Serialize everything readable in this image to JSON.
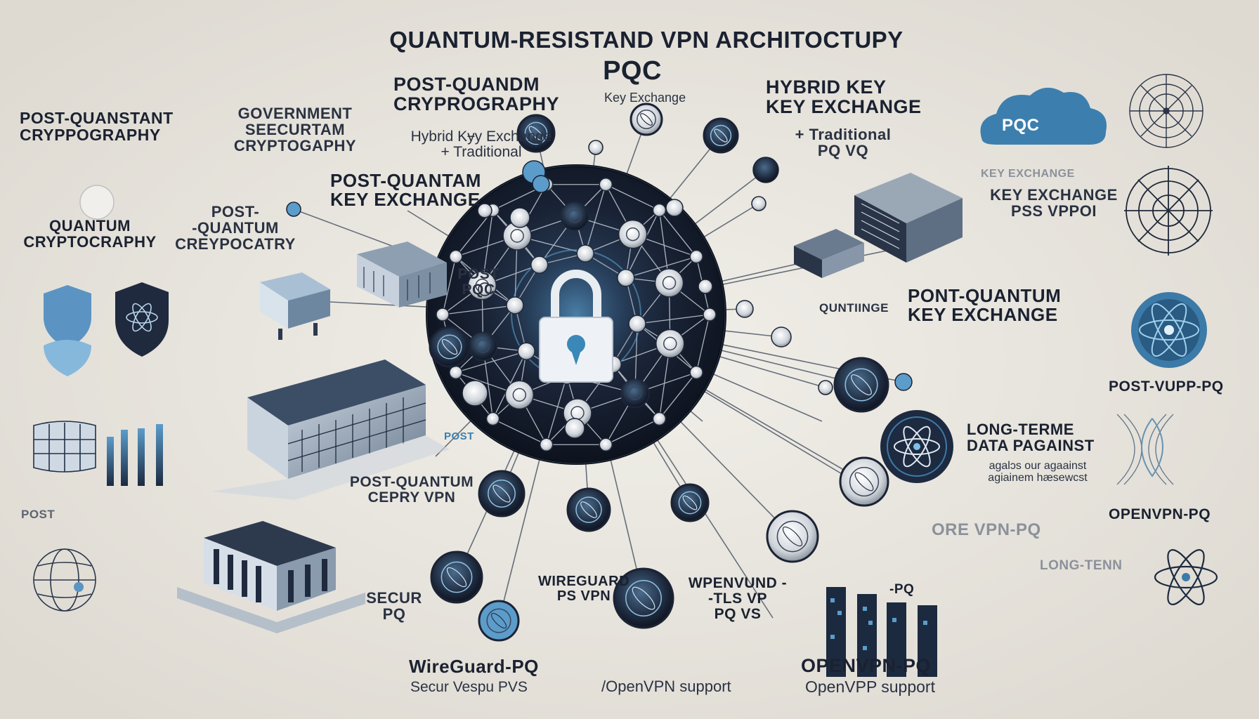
{
  "title": "QUANTUM-RESISTAND VPN ARCHITOCTUPY",
  "subtitle": "PQC",
  "labels": {
    "top_left_pqc": "POST-QUANSTANT\nCRYPPOGRAPHY",
    "gov_secure": "GOVERNMENT\nSEECURTAM\nCRYPTOGAPHY",
    "post_quandm": "POST-QUANDM\nCRYPROGRAPHY",
    "hybrid_key_exchange_trad": "Hybrid Kɏy Exchange\n+ Traditional",
    "pqc_key_exchange": "Key Exchange",
    "hybrid_key_top": "HYBRID KEY\nKEY EXCHANGE",
    "traditional_pq": "+ Traditional\nPQ VQ",
    "cloud_pqc": "PQC",
    "key_exchange_pss": "KEY EXCHANGE\nPSS VPPOI",
    "post_quantam_key": "POST-QUANTAM\nKEY EXCHANGE",
    "quantum_crypto": "QUANTUM\nCRYPTOCRAPHY",
    "post_quantum_crey": "POST-\n-QUANTUM\nCREYPOCATRY",
    "post_pqc": "POST\nPQC",
    "pont_quantum": "PONT-QUANTUM\nKEY EXCHANGE",
    "post_vupp": "POST-VUPP-PQ",
    "long_terme": "LONG-TERME\nDATA PAGAINST",
    "long_terme_sub": "agalɔs our agaainst\nagiainem hæsewcst",
    "openvpn_pq_right": "OPENVPN-PQ",
    "post_quantum_vpn": "POST-QUANTUM\nCEPRY VPN",
    "wireguard_label": "WIREGUARD\nPS VPN",
    "wpenvund": "WPENVUND -\n-TLS VP\nPQ VS",
    "secur_pq": "SECUR\nPQ",
    "ore_vpn_pq": "ORE VPN-PQ",
    "long_tenn": "LONG-TENN",
    "pq_small": "-PQ",
    "wireguard_pq": "WireGuard-PQ",
    "secur_vespu": "Secur Vespu PVS",
    "openvpn_support": "/OpenVPN support",
    "openvpn_pq_bottom": "OPENVPN-PQ",
    "openvpp_support": "OpenVPP support",
    "post_ovpn_left": "POST",
    "post_gov_blue": "POST",
    "quntinge": "QUNTIINGE",
    "pqc_key_small": "KEY EXCHANGE"
  },
  "colors": {
    "background": "#e9e6df",
    "globe": "#141b2b",
    "accent_blue": "#3a7fae",
    "light_blue": "#8fc1e0",
    "text_dark": "#1a2130"
  },
  "icons": [
    "lock-icon",
    "atom-shield-icon",
    "globe-wire-icon",
    "cloud-icon",
    "radar-icon",
    "server-icon",
    "building-icon",
    "bar-chart-icon",
    "atom-icon"
  ]
}
